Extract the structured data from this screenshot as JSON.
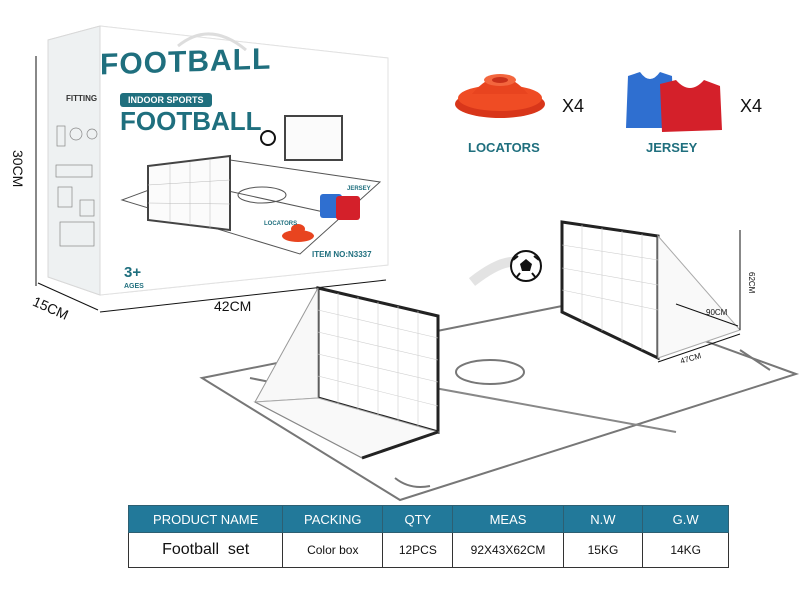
{
  "box": {
    "title": "FOOTBALL",
    "badge": "INDOOR SPORTS",
    "name": "FOOTBALL",
    "fitting": "FITTING",
    "age": "3+",
    "age_unit": "AGES",
    "item_no": "ITEM NO:N3337",
    "jersey_label": "JERSEY",
    "locators_label": "LOCATORS"
  },
  "box_dimensions": {
    "height": "30CM",
    "depth": "15CM",
    "width": "42CM"
  },
  "goal_dimensions": {
    "height": "62CM",
    "depth": "90CM",
    "width": "47CM"
  },
  "accessories": [
    {
      "label": "LOCATORS",
      "qty": "X4"
    },
    {
      "label": "JERSEY",
      "qty": "X4"
    }
  ],
  "colors": {
    "brand": "#1f6f7e",
    "header": "#22799a",
    "cone": "#e8441f",
    "jersey_blue": "#2f6fd0",
    "jersey_red": "#d4202a"
  },
  "table": {
    "headers": [
      "PRODUCT NAME",
      "PACKING",
      "QTY",
      "MEAS",
      "N.W",
      "G.W"
    ],
    "row": [
      "Football  set",
      "Color box",
      "12PCS",
      "92X43X62CM",
      "15KG",
      "14KG"
    ]
  }
}
